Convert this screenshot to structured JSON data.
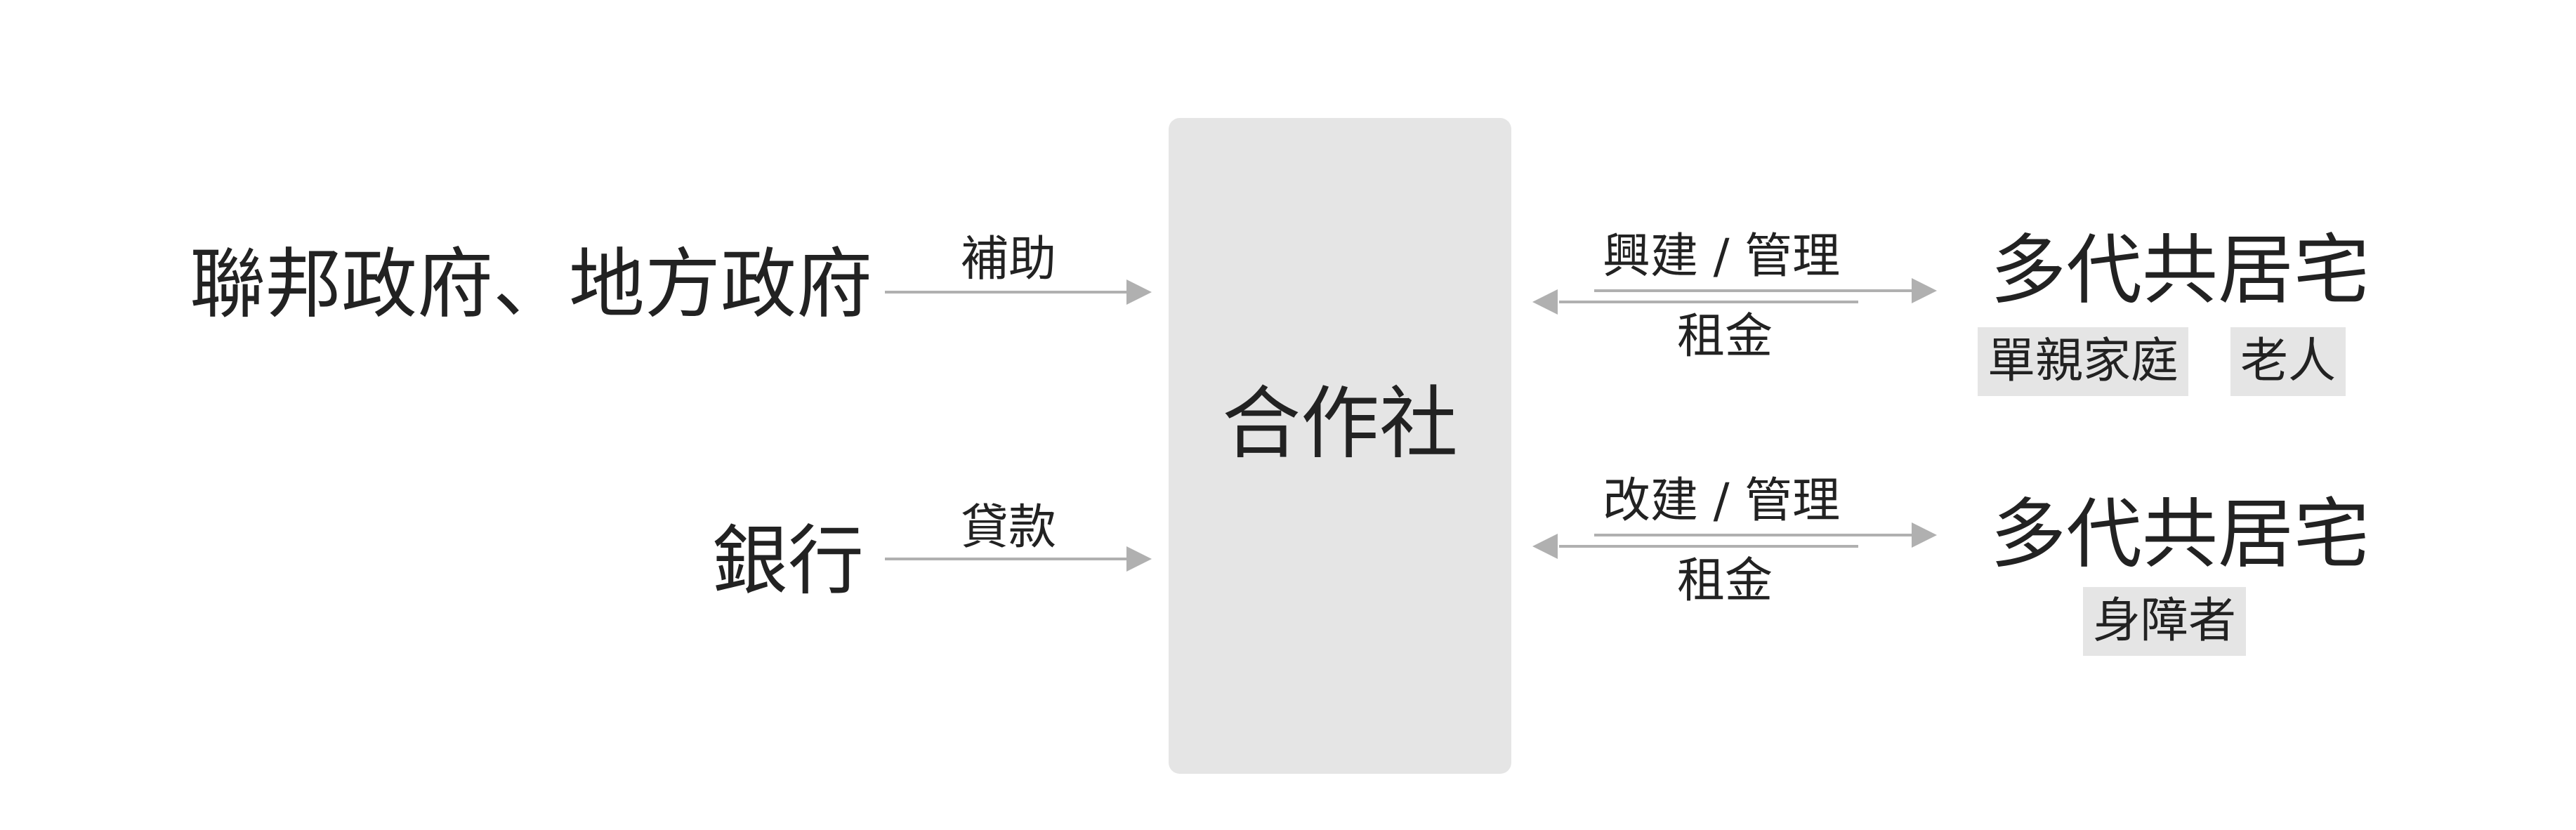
{
  "sources": {
    "government": "聯邦政府、地方政府",
    "bank": "銀行"
  },
  "center": {
    "label": "合作社"
  },
  "edges": {
    "subsidy": "補助",
    "loan": "貸款",
    "build_manage": "興建 / 管理",
    "rent_1": "租金",
    "rebuild_manage": "改建 / 管理",
    "rent_2": "租金"
  },
  "targets": {
    "housing_1": {
      "title": "多代共居宅",
      "tags": [
        "單親家庭",
        "老人"
      ]
    },
    "housing_2": {
      "title": "多代共居宅",
      "tags": [
        "身障者"
      ]
    }
  },
  "colors": {
    "arrow": "#b0b0b0",
    "box": "#e5e5e5",
    "text": "#222222"
  }
}
